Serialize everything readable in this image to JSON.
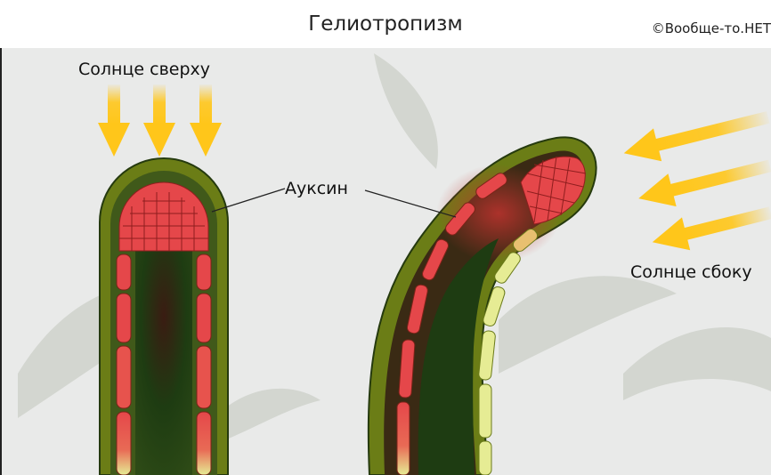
{
  "title": "Гелиотропизм",
  "copyright": "©Вообще-то.НЕТ",
  "labels": {
    "sun_top": "Солнце сверху",
    "sun_side": "Солнце сбоку",
    "auxin": "Ауксин"
  },
  "colors": {
    "background": "#e9eae9",
    "sun_arrow": "#ffc61a",
    "stem_outer": "#6b7d16",
    "stem_inner": "#1e3c12",
    "auxin_cells": "#e5474a",
    "pale_cells": "#e6ec94"
  }
}
